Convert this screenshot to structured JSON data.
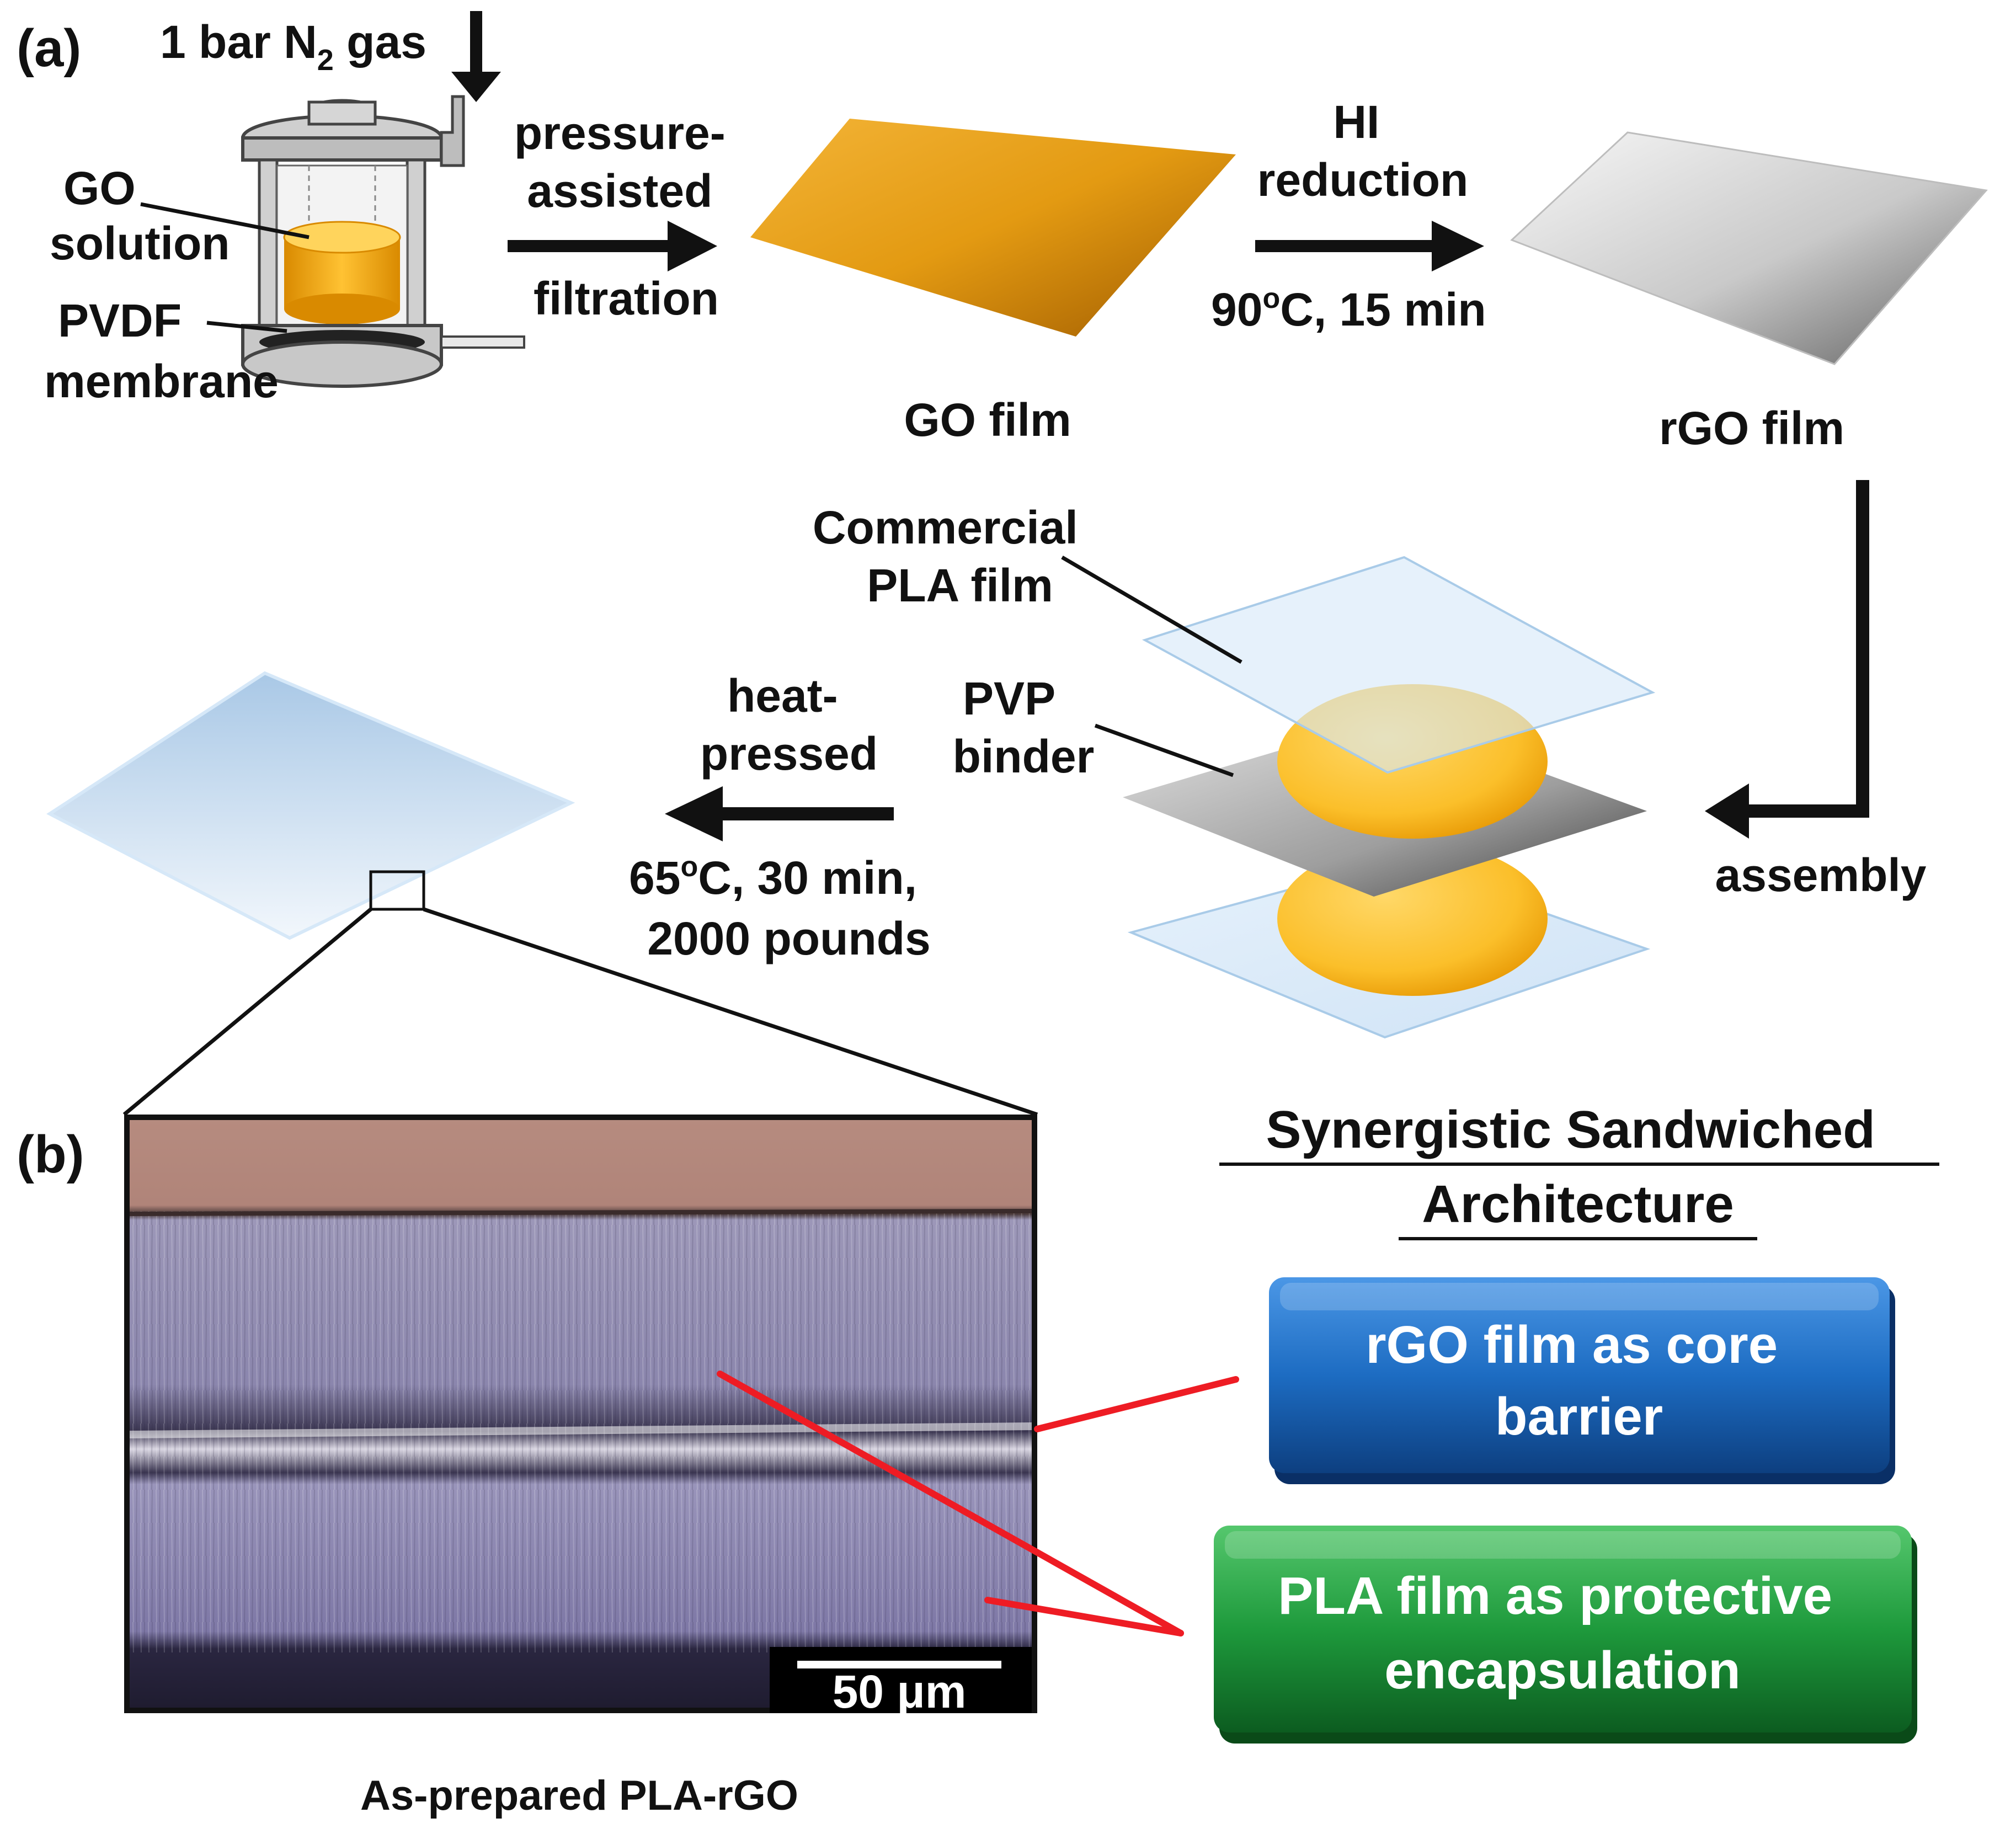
{
  "panel_a": {
    "label": "(a)",
    "gas": {
      "prefix": "1 bar N",
      "sub": "2",
      "suffix": " gas"
    },
    "apparatus": {
      "go_label_1": "GO",
      "go_label_2": "solution",
      "membrane_label_1": "PVDF",
      "membrane_label_2": "membrane"
    },
    "step1": [
      "pressure-",
      "assisted",
      "filtration"
    ],
    "go_film": "GO film",
    "step2_top": [
      "HI",
      "reduction"
    ],
    "step2_temp": {
      "prefix": "90",
      "sup": "o",
      "suffix": "C, 15 min"
    },
    "rgo_film": "rGO film",
    "assembly": "assembly",
    "commercial_pla": [
      "Commercial",
      "PLA film"
    ],
    "pvp_binder": [
      "PVP",
      "binder"
    ],
    "step3_top": [
      "heat-",
      "pressed"
    ],
    "step3_temp": {
      "prefix": "65",
      "sup": "o",
      "suffix": "C, 30 min,"
    },
    "step3_force": "2000 pounds"
  },
  "panel_b": {
    "label": "(b)",
    "scale_bar": {
      "prefix": "50 ",
      "unit": "μm"
    },
    "caption": "As-prepared PLA-rGO"
  },
  "architecture": {
    "title_1": "Synergistic Sandwiched",
    "title_2": "Architecture",
    "box_blue": [
      "rGO film as core",
      "barrier"
    ],
    "box_green": [
      "PLA film as protective",
      "encapsulation"
    ]
  },
  "colors": {
    "go_orange": "#e39a12",
    "pvp_yellow": "#fbbf2a",
    "pla_blue": "#cfe3f6",
    "rgo_gray": "#9a9a9a",
    "core_box": "#1d6cc2",
    "encap_box": "#1e9a3c",
    "connector_red": "#ee1c24"
  }
}
